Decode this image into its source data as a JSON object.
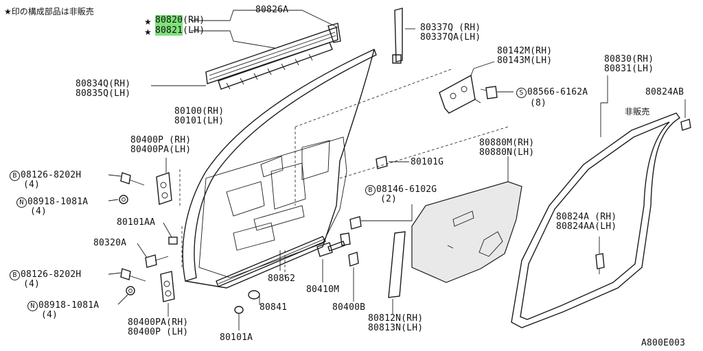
{
  "note": "★印の構成部品は非販売",
  "labels": {
    "p80820": "80820",
    "p80820_side": "(RH)",
    "p80821": "80821",
    "p80821_side": "(LH)",
    "p80826A": "80826A",
    "p80337Q": "80337Q (RH)\n80337QA(LH)",
    "p80142M": "80142M(RH)\n80143M(LH)",
    "p80830": "80830(RH)\n80831(LH)",
    "p80834Q": "80834Q(RH)\n80835Q(LH)",
    "p80100": "80100(RH)\n80101(LH)",
    "p08566": "08566-6162A",
    "p08566_qty": "(8)",
    "p80824AB": "80824AB",
    "not_sold": "非販売",
    "p80400P_top": "80400P (RH)\n80400PA(LH)",
    "p80101G": "80101G",
    "p80880M": "80880M(RH)\n80880N(LH)",
    "p08126_top": "08126-8202H",
    "p08126_top_qty": "(4)",
    "p08918_top": "08918-1081A",
    "p08918_top_qty": "(4)",
    "p08146": "08146-6102G",
    "p08146_qty": "(2)",
    "p80101AA": "80101AA",
    "p80320A": "80320A",
    "p80824A": "80824A (RH)\n80824AA(LH)",
    "p08126_bot": "08126-8202H",
    "p08126_bot_qty": "(4)",
    "p08918_bot": "08918-1081A",
    "p08918_bot_qty": "(4)",
    "p80862": "80862",
    "p80410M": "80410M",
    "p80841": "80841",
    "p80400B": "80400B",
    "p80400PA_bot": "80400PA(RH)\n80400P (LH)",
    "p80812N": "80812N(RH)\n80813N(LH)",
    "p80101A": "80101A",
    "figure_code": "A800E003"
  },
  "symbols": {
    "star": "★",
    "S": "S",
    "B": "B",
    "N": "N"
  },
  "colors": {
    "highlight": "#7fe07a",
    "line": "#1a1a1a"
  }
}
